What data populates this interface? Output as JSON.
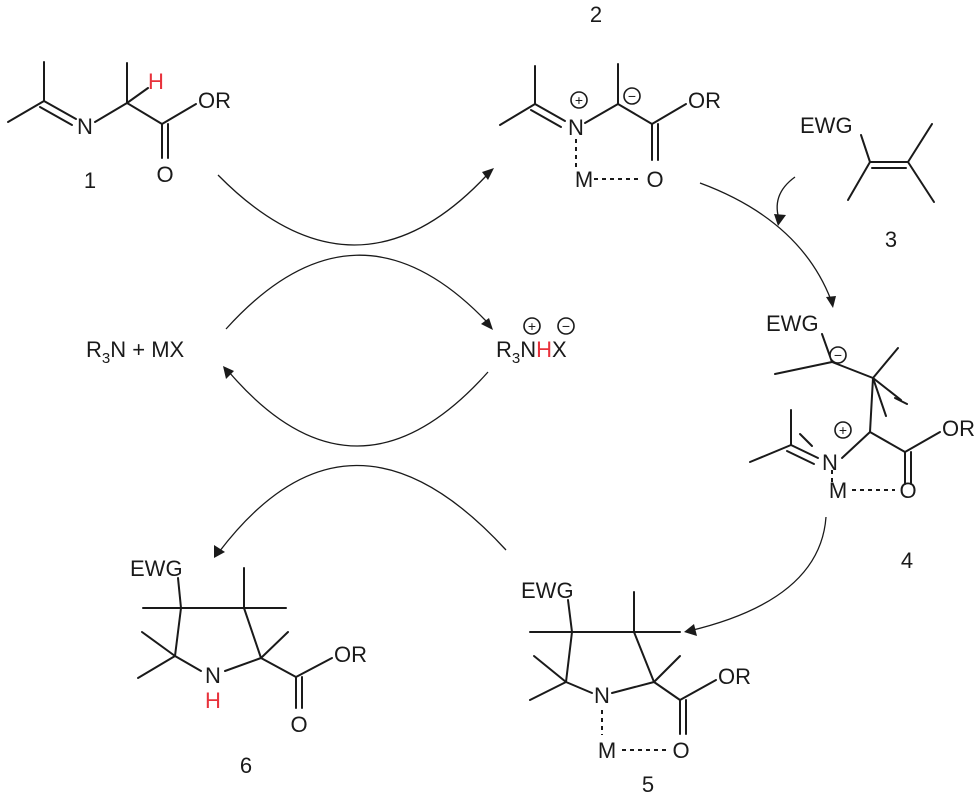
{
  "colors": {
    "highlight_H": "#e8323c",
    "ink": "#1a1a1a"
  },
  "compound_numbers": {
    "c1": "1",
    "c2": "2",
    "c3": "3",
    "c4": "4",
    "c5": "5",
    "c6": "6"
  },
  "atoms": {
    "N": "N",
    "NH": "N",
    "H": "H",
    "O": "O",
    "OR": "OR",
    "M": "M",
    "EWG": "EWG"
  },
  "reagents": {
    "base_left_R": "R",
    "base_left_sub": "3",
    "base_left_rest": "N + MX",
    "salt_R": "R",
    "salt_sub": "3",
    "salt_N": "N",
    "salt_H": "H",
    "salt_X": "X"
  },
  "charges": {
    "plus": "+",
    "minus": "−"
  }
}
